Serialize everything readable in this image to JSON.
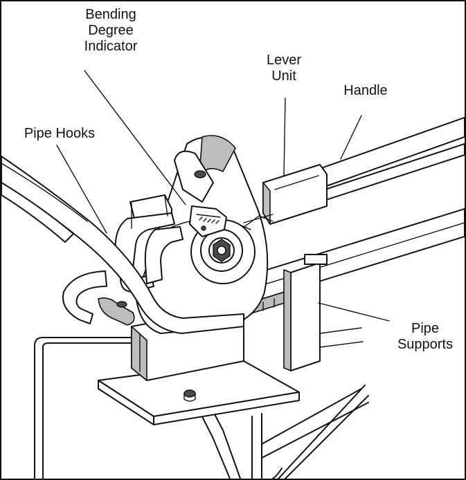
{
  "callouts": {
    "bending_degree_indicator": [
      "Bending",
      "Degree",
      "Indicator"
    ],
    "lever_unit": [
      "Lever",
      "Unit"
    ],
    "handle": "Handle",
    "pipe_hooks": "Pipe Hooks",
    "pipe_supports": [
      "Pipe",
      "Supports"
    ]
  },
  "colors": {
    "line": "#111111",
    "shade": "#bdbdbd",
    "background": "#ffffff"
  }
}
